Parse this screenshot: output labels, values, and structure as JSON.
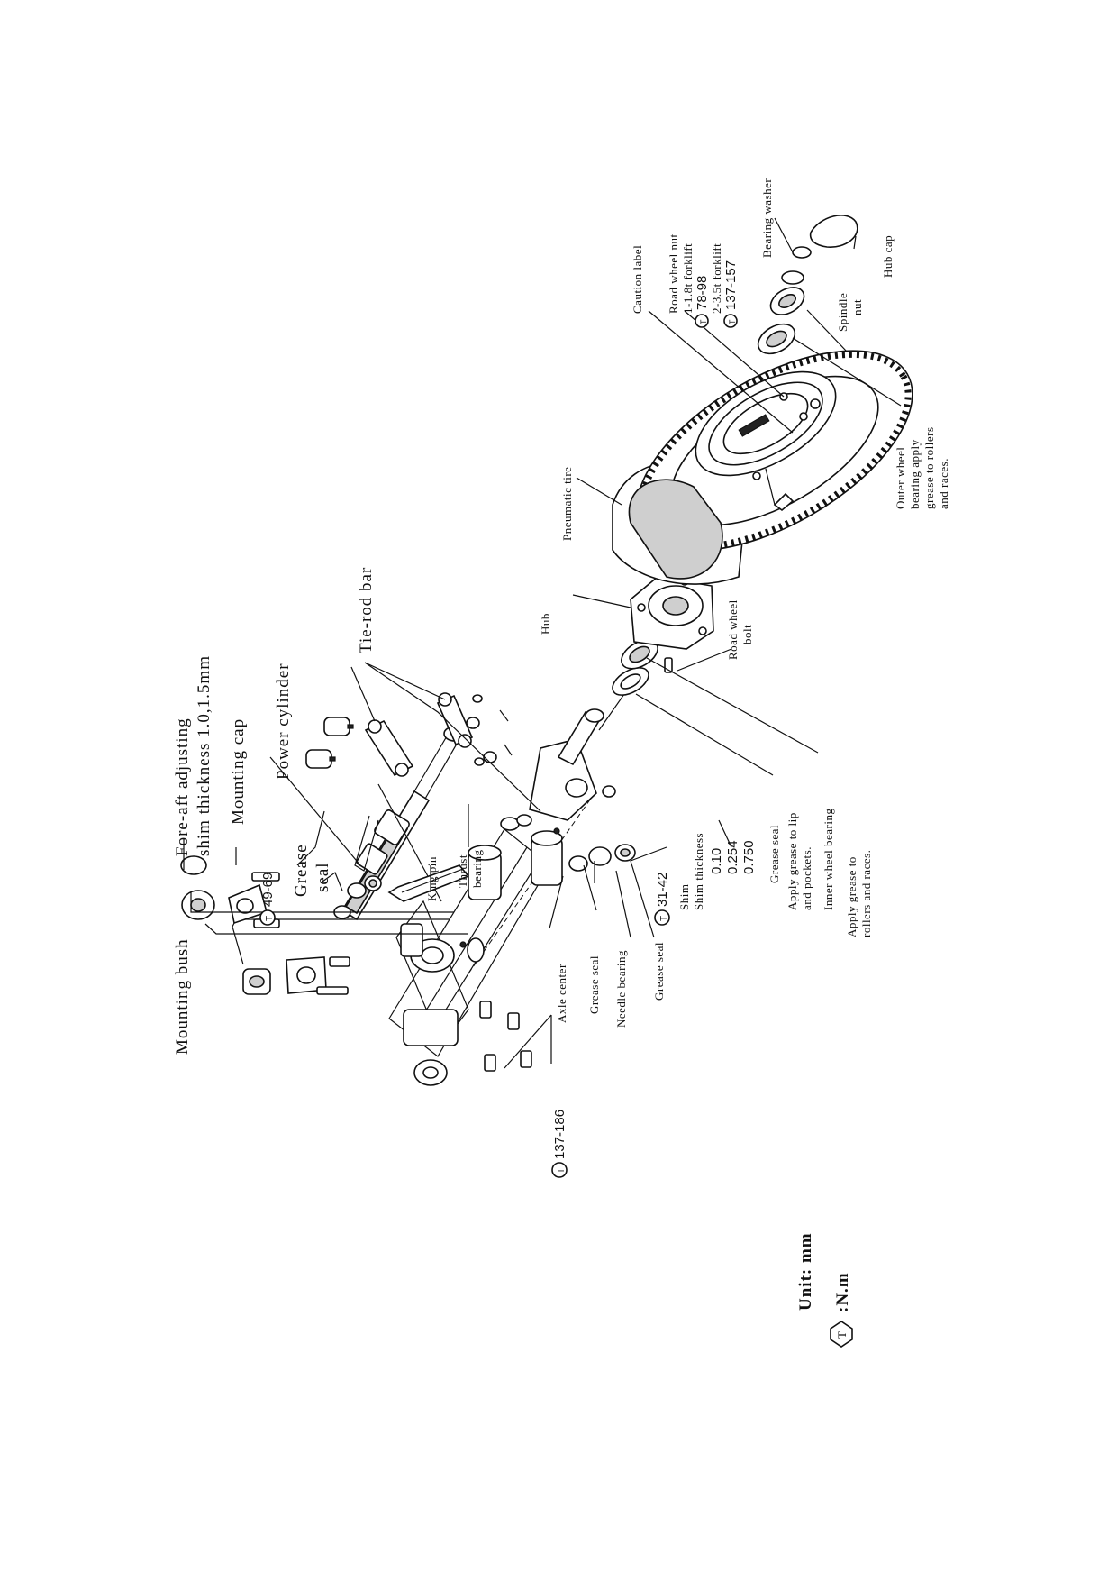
{
  "labels": {
    "mounting_bush": "Mounting bush",
    "fore_aft_line1": "Fore-aft adjusting",
    "fore_aft_line2": "shim thickness 1.0,1.5mm",
    "mounting_cap": "Mounting cap",
    "power_cylinder": "Power cylinder",
    "tie_rod_bar": "Tie-rod bar",
    "grease_seal_top_1": "Grease",
    "grease_seal_top_2": "seal",
    "king_pin": "King pin",
    "thrust_bearing_1": "Thrust",
    "thrust_bearing_2": "bearing",
    "shim_1": "Shim",
    "shim_2": "Shim thickness",
    "shim_val_1": "0.10",
    "shim_val_2": "0.254",
    "shim_val_3": "0.750",
    "axle_center": "Axle center",
    "grease_seal_mid": "Grease seal",
    "needle_bearing": "Needle bearing",
    "grease_seal_low": "Grease seal",
    "grease_seal_right": "Grease seal",
    "apply_lip_1": "Apply grease to lip",
    "apply_lip_2": "and pockets.",
    "inner_wheel_bearing": "Inner wheel bearing",
    "apply_rollers_1": "Apply grease to",
    "apply_rollers_2": "rollers and races.",
    "hub": "Hub",
    "road_wheel_bolt_1": "Road wheel",
    "road_wheel_bolt_2": "bolt",
    "pneumatic_tire": "Pneumatic tire",
    "caution_label": "Caution label",
    "road_wheel_nut": "Road wheel nut",
    "forklift_1": "1-1.8t forklift",
    "forklift_2": "2-3.5t forklift",
    "outer_1": "Outer wheel",
    "outer_2": "bearing apply",
    "outer_3": "grease to rollers",
    "outer_4": "and races.",
    "spindle_1": "Spindle",
    "spindle_2": "nut",
    "bearing_washer": "Bearing washer",
    "hub_cap": "Hub cap"
  },
  "torque": {
    "mounting_bolt": "137-186",
    "mounting_cap_bolt": "49-69",
    "kingpin_bolt": "31-42",
    "wheel_nut_small": "78-98",
    "wheel_nut_large": "137-157",
    "symbol": "T"
  },
  "legend": {
    "unit": "Unit: mm",
    "torque_unit": ":N.m",
    "symbol": "T"
  }
}
